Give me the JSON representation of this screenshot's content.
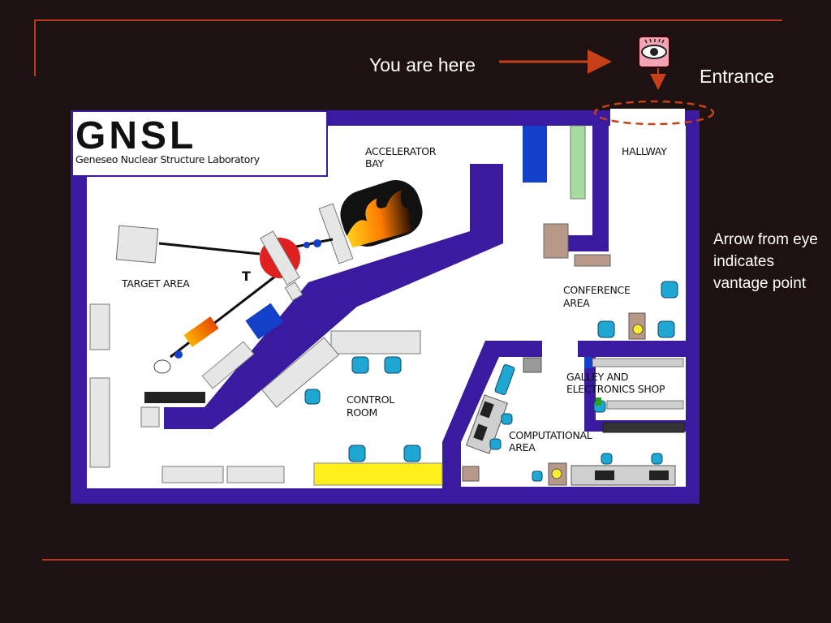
{
  "annotations": {
    "you_are_here": "You are here",
    "entrance": "Entrance",
    "note": "Arrow from eye indicates vantage point"
  },
  "logo": {
    "title": "GNSL",
    "subtitle": "Geneseo Nuclear Structure Laboratory"
  },
  "rooms": {
    "accelerator_bay": [
      "ACCELERATOR",
      "BAY"
    ],
    "hallway": "HALLWAY",
    "target_area": "TARGET AREA",
    "conference_area": [
      "CONFERENCE",
      "AREA"
    ],
    "galley": [
      "GALLEY AND",
      "ELECTRONICS SHOP"
    ],
    "control_room": [
      "CONTROL",
      "ROOM"
    ],
    "computational_area": [
      "COMPUTATIONAL",
      "AREA"
    ]
  },
  "icons": [
    "eye-icon",
    "flame-icon",
    "chair-icon"
  ],
  "colors": {
    "background": "#1d1112",
    "accent_line": "#b8391c",
    "wall": "#3a1a9e",
    "floor": "#ffffff",
    "chair": "#1fa7d4",
    "eye_box": "#f4a3b5"
  }
}
